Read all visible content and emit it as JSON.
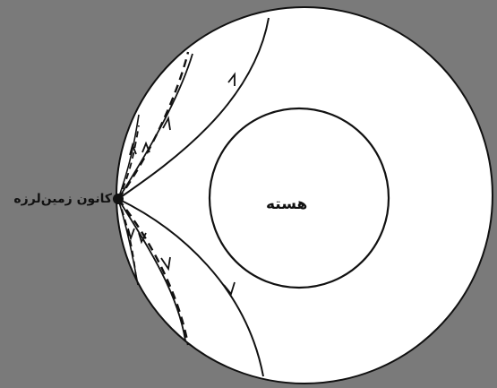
{
  "labels": {
    "focus": "کانون زمین‌لرزه",
    "core": "هسته"
  },
  "colors": {
    "background": "#7a7a7a",
    "earth": "#ffffff",
    "line": "#111111"
  },
  "icons": {
    "focus": "epicenter-dot",
    "arrow": "ray-direction-arrowhead"
  }
}
